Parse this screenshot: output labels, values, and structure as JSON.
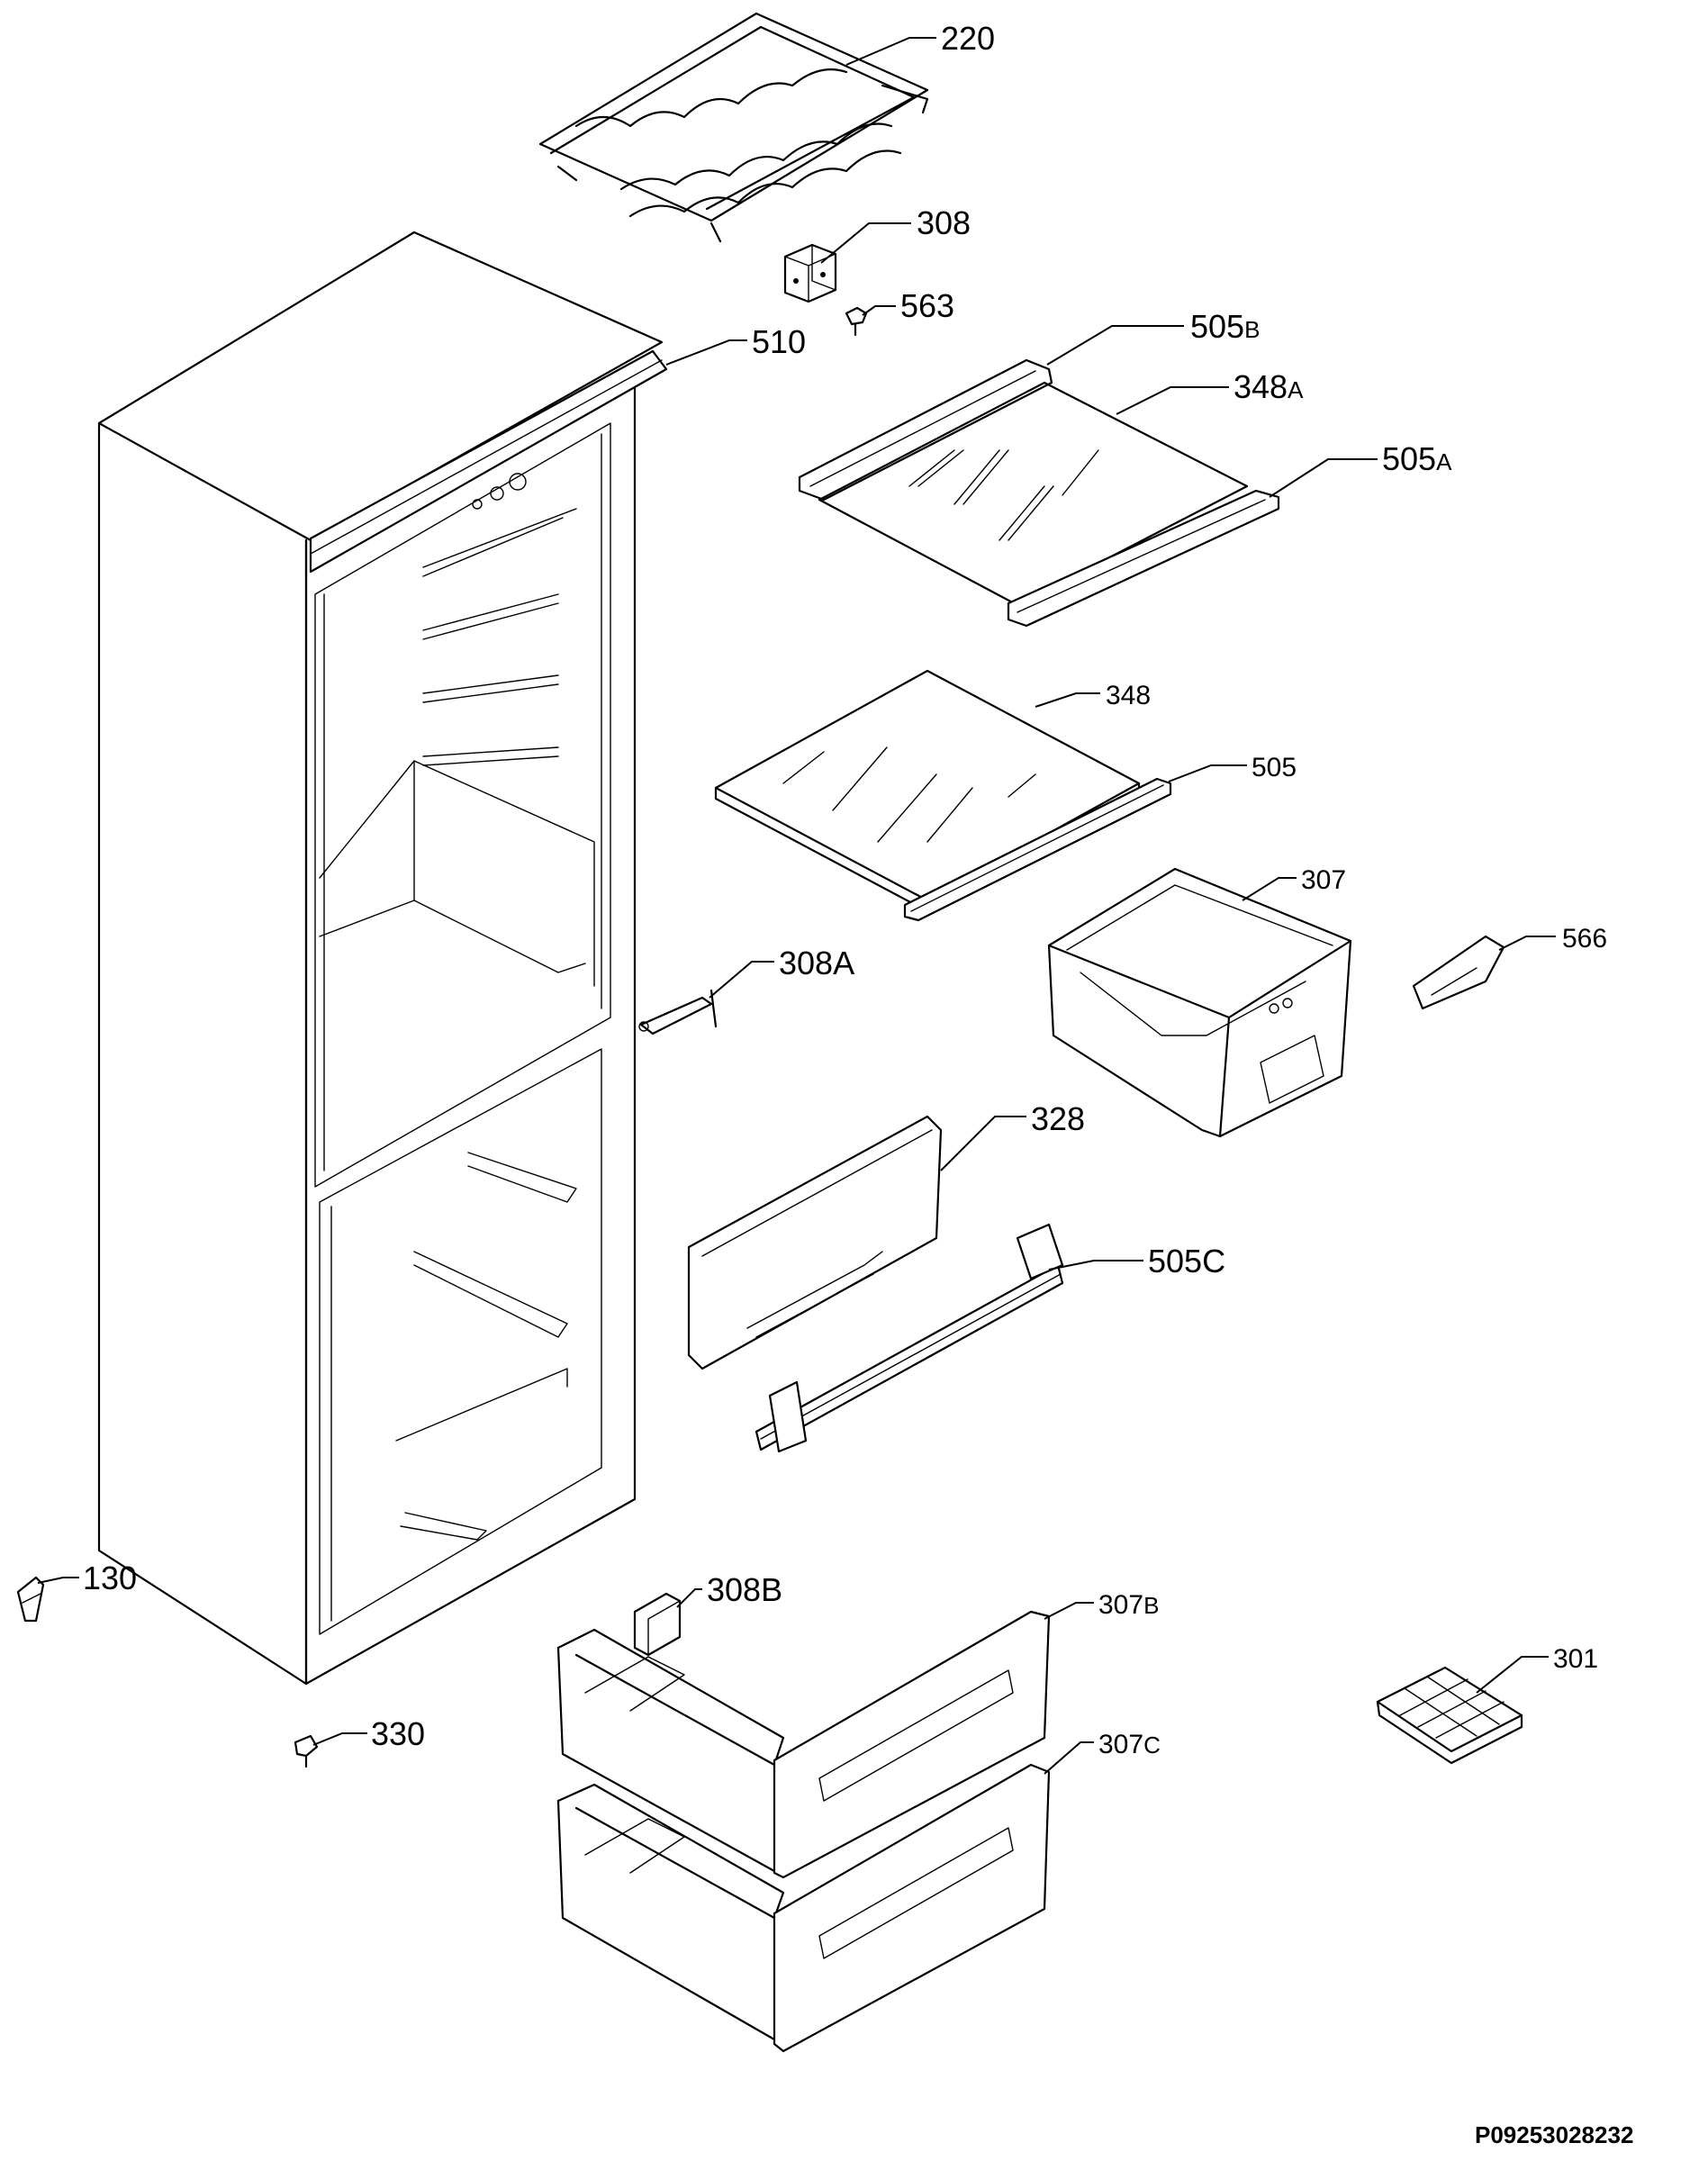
{
  "labels": {
    "l220": "220",
    "l308": "308",
    "l563": "563",
    "l510": "510",
    "l505b_num": "505",
    "l505b_sub": "B",
    "l348a_num": "348",
    "l348a_sub": "A",
    "l505a_num": "505",
    "l505a_sub": "A",
    "l348": "348",
    "l505": "505",
    "l307": "307",
    "l566": "566",
    "l308a": "308A",
    "l328": "328",
    "l505c": "505C",
    "l130": "130",
    "l308b": "308B",
    "l307b_num": "307",
    "l307b_sub": "B",
    "l301": "301",
    "l330": "330",
    "l307c_num": "307",
    "l307c_sub": "C"
  },
  "drawing_code": "P09253028232"
}
